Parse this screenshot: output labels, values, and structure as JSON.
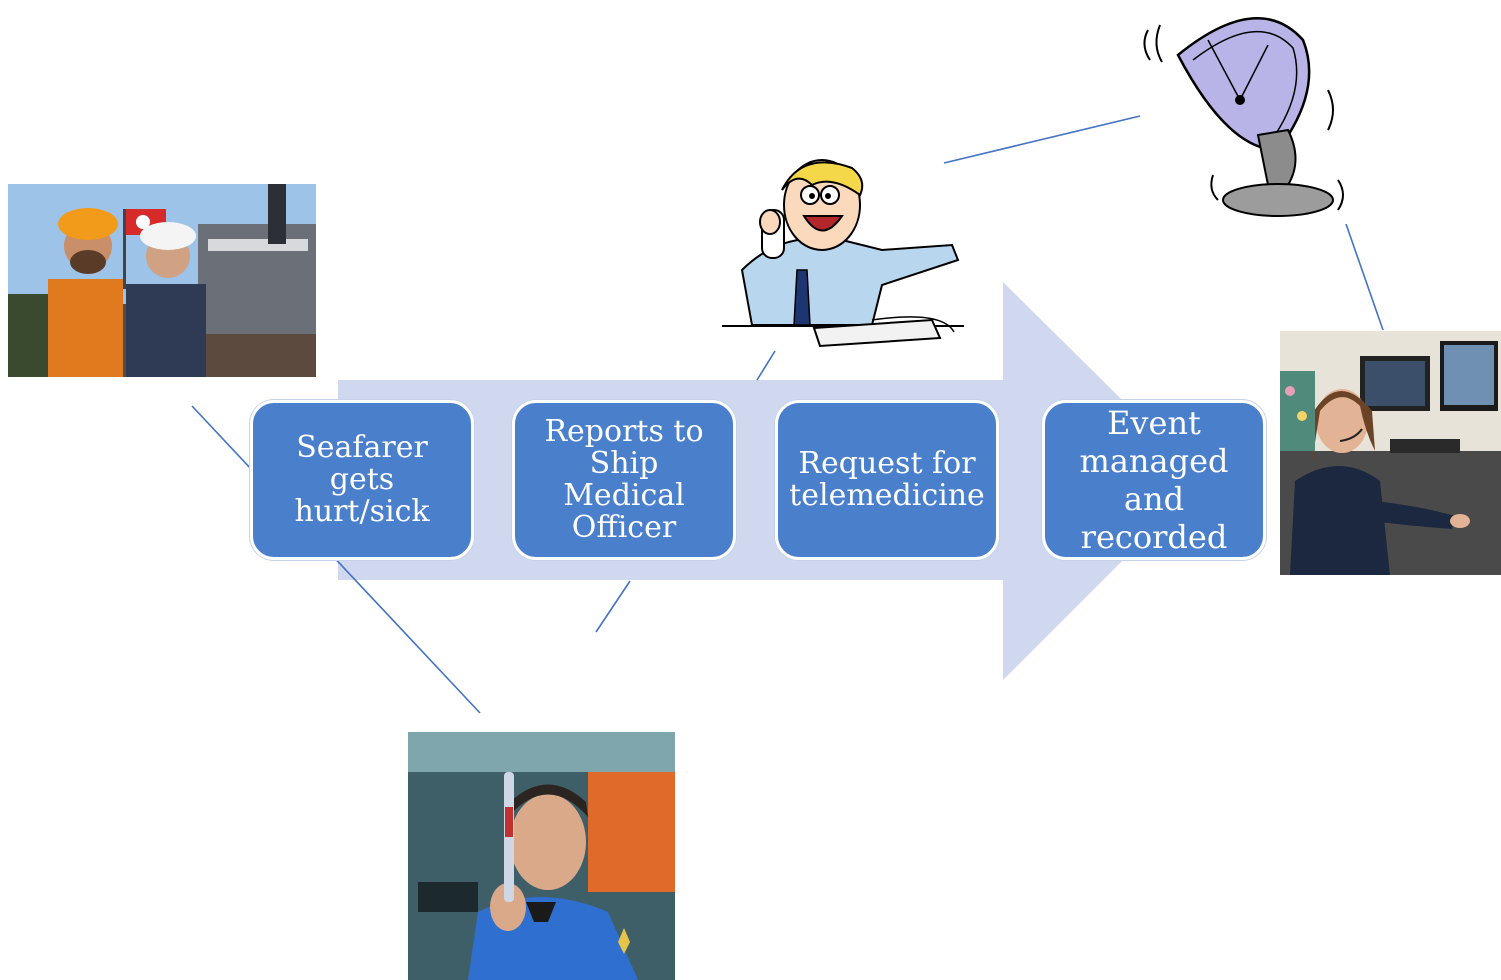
{
  "steps": [
    {
      "label": "Seafarer gets\nhurt/sick"
    },
    {
      "label": "Reports to\nShip Medical\nOfficer"
    },
    {
      "label": "Request for\ntelemedicine"
    },
    {
      "label": "Event\nmanaged\nand\nrecorded"
    }
  ],
  "images": [
    {
      "name": "seafarers-photo",
      "depicts": "two workers in hard hats beside a ship"
    },
    {
      "name": "ship-doctor-photo",
      "depicts": "officer in blue uniform holding a vial"
    },
    {
      "name": "caller-clipart",
      "depicts": "cartoon man talking on telephone"
    },
    {
      "name": "satellite-dish-clipart",
      "depicts": "satellite dish"
    },
    {
      "name": "operator-photo",
      "depicts": "woman with headset at computer workstation"
    }
  ],
  "colors": {
    "arrow": "#cfd8ee",
    "step_fill": "#4a7fcc",
    "step_border": "#ffffff",
    "connector": "#4472c4"
  }
}
